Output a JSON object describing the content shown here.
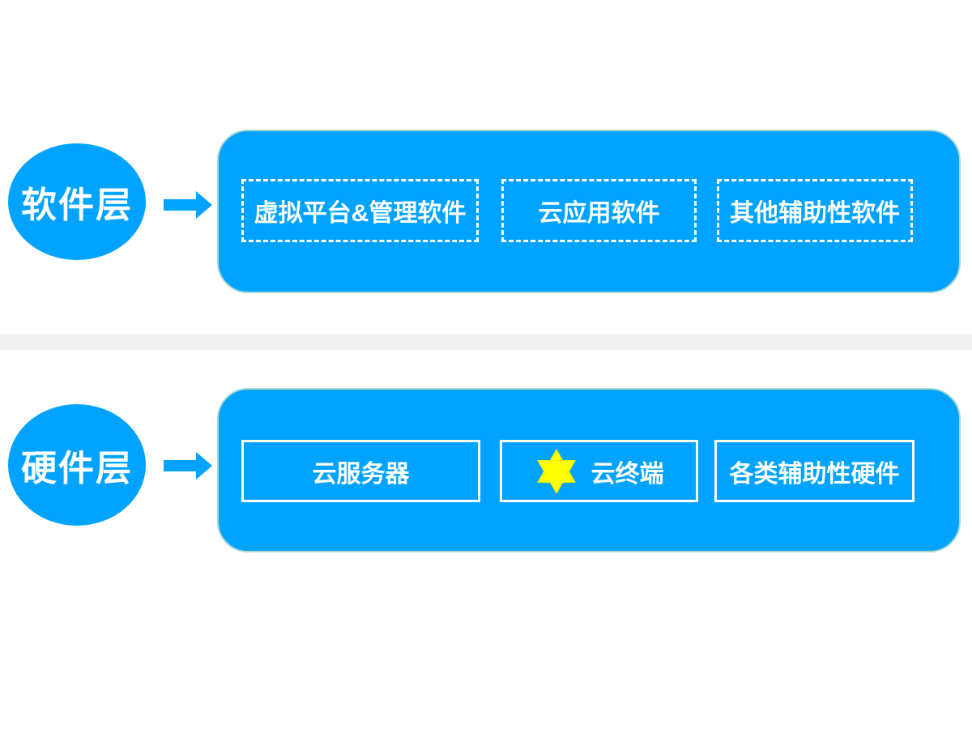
{
  "diagram": {
    "sections": [
      {
        "id": "software",
        "circle_label": "软件层",
        "boxes": [
          {
            "label": "虚拟平台&管理软件",
            "border_style": "dashed"
          },
          {
            "label": "云应用软件",
            "border_style": "dashed"
          },
          {
            "label": "其他辅助性软件",
            "border_style": "dashed"
          }
        ]
      },
      {
        "id": "hardware",
        "circle_label": "硬件层",
        "boxes": [
          {
            "label": "云服务器",
            "border_style": "solid"
          },
          {
            "label": "云终端",
            "border_style": "solid",
            "icon": "six-pointed-star"
          },
          {
            "label": "各类辅助性硬件",
            "border_style": "solid"
          }
        ]
      }
    ],
    "icons": {
      "arrow": "right-block-arrow",
      "star": "six-pointed-star"
    },
    "colors": {
      "accent_blue": "#00A3FF",
      "star_yellow": "#FFFF00",
      "divider_gray": "#F1F1F1",
      "panel_border": "#ABD9CF",
      "text_white": "#FFFFFF"
    }
  }
}
